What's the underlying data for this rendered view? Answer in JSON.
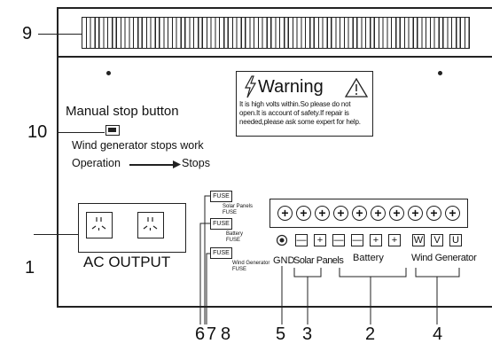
{
  "callouts": {
    "c1": "1",
    "c2": "2",
    "c3": "3",
    "c4": "4",
    "c5": "5",
    "c6": "6",
    "c7": "7",
    "c8": "8",
    "c9": "9",
    "c10": "10"
  },
  "warning": {
    "title": "Warning",
    "body": "It is high volts within.So please do not open.It is account of safety.If repair is needed,please ask some expert for help."
  },
  "stop": {
    "title": "Manual stop button",
    "note": "Wind generator stops work",
    "operation": "Operation",
    "stops": "Stops"
  },
  "ac_output": "AC OUTPUT",
  "fuses": {
    "label": "FUSE",
    "solar": "Solar Panels",
    "battery": "Battery",
    "wind": "Wind Generator",
    "fuse_word": "FUSE"
  },
  "terminals": {
    "gnd": "GND",
    "solar": "Solar Panels",
    "battery": "Battery",
    "wind": "Wind Generator",
    "minus": "—",
    "plus": "+",
    "w": "W",
    "v": "V",
    "u": "U",
    "screw": "+"
  }
}
